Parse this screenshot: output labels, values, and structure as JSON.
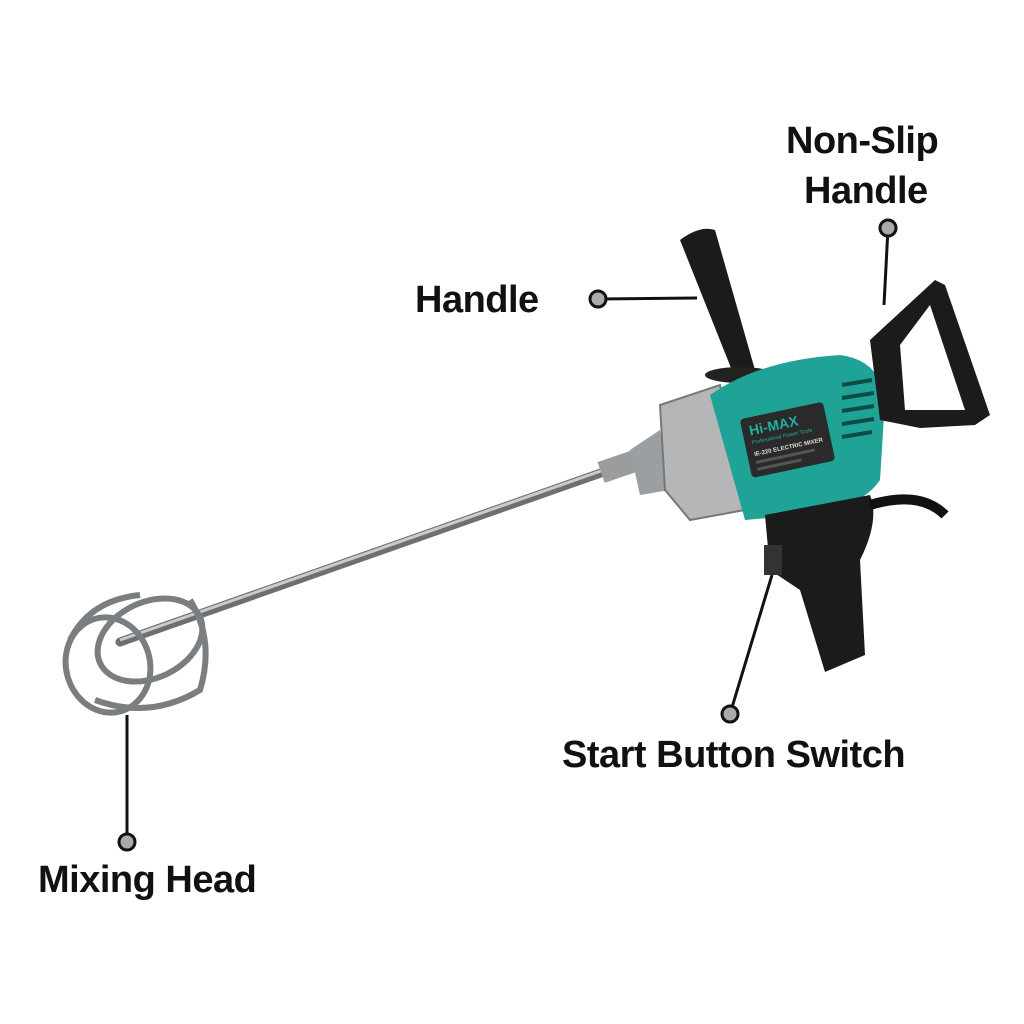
{
  "product": {
    "brand_logo": "Hi-MAX",
    "brand_tagline": "Professional Power Tools",
    "model_plate": "IE-220 ELECTRIC MIXER",
    "body_color": "#1fa396",
    "grip_color": "#1b1b1b",
    "shaft_color": "#8a8d90"
  },
  "callouts": {
    "non_slip_handle_line1": "Non-Slip",
    "non_slip_handle_line2": "Handle",
    "handle": "Handle",
    "start_button_switch": "Start Button Switch",
    "mixing_head": "Mixing Head"
  }
}
